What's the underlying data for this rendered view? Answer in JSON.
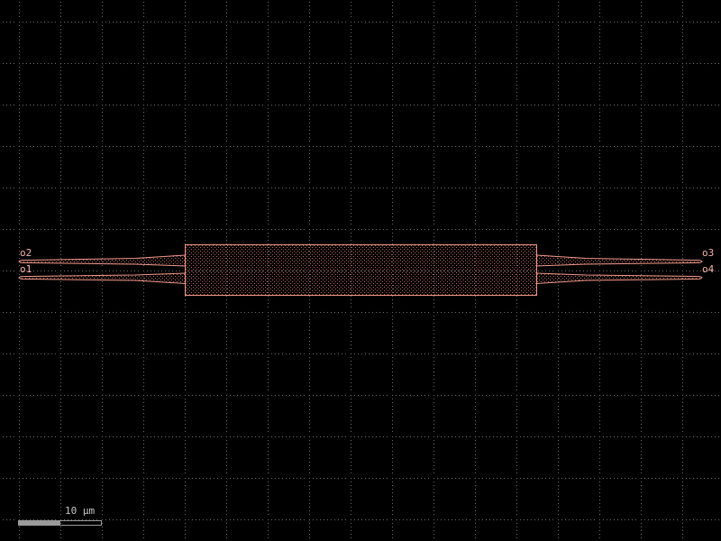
{
  "colors": {
    "background": "#000000",
    "grid_dot": "#6e6e6e",
    "outline": "#f19a8a",
    "hatch": "#c3675e",
    "label": "#f7b3a6",
    "scale_bar": "#9a9a9a",
    "scale_text": "#c8c8c8"
  },
  "ports": {
    "o1": "o1",
    "o2": "o2",
    "o3": "o3",
    "o4": "o4"
  },
  "scale_bar": {
    "label": "10 µm"
  }
}
